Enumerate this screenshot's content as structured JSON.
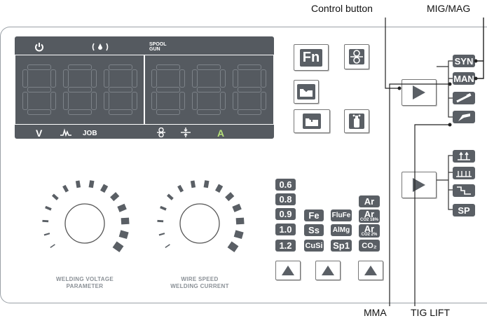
{
  "annotations": {
    "control_button": "Control button",
    "mig_mag": "MIG/MAG",
    "mma": "MMA",
    "tig_lift": "TIG LIFT"
  },
  "display": {
    "left_digits": "888",
    "right_digits": "888",
    "top_labels": {
      "spool_gun_1": "SPOOL",
      "spool_gun_2": "GUN"
    },
    "bottom_labels": {
      "volt": "V",
      "job": "JOB",
      "amp": "A"
    }
  },
  "buttons": {
    "fn": "Fn"
  },
  "modes": {
    "syn": "SYN",
    "man": "MAN",
    "sp": "SP"
  },
  "wire_diameters": [
    "0.6",
    "0.8",
    "0.9",
    "1.0",
    "1.2"
  ],
  "materials": [
    "Fe",
    "Ss",
    "CuSi"
  ],
  "wire_types": [
    "FluFe",
    "AlMg",
    "Sp1"
  ],
  "gases": {
    "ar": "Ar",
    "ar_co2_18_top": "Ar",
    "ar_co2_18_sub": "CO2 18%",
    "ar_co2_2_top": "Ar",
    "ar_co2_2_sub": "CO2 2%",
    "co2": "CO₂"
  },
  "knobs": {
    "left_line1": "WELDING VOLTAGE",
    "left_line2": "PARAMETER",
    "right_line1": "WIRE SPEED",
    "right_line2": "WELDING CURRENT"
  },
  "colors": {
    "display_bg": "#555a60",
    "tag_bg": "#5a5f65",
    "accent_green": "#b6e07a",
    "segment_off": "#7d8389"
  }
}
